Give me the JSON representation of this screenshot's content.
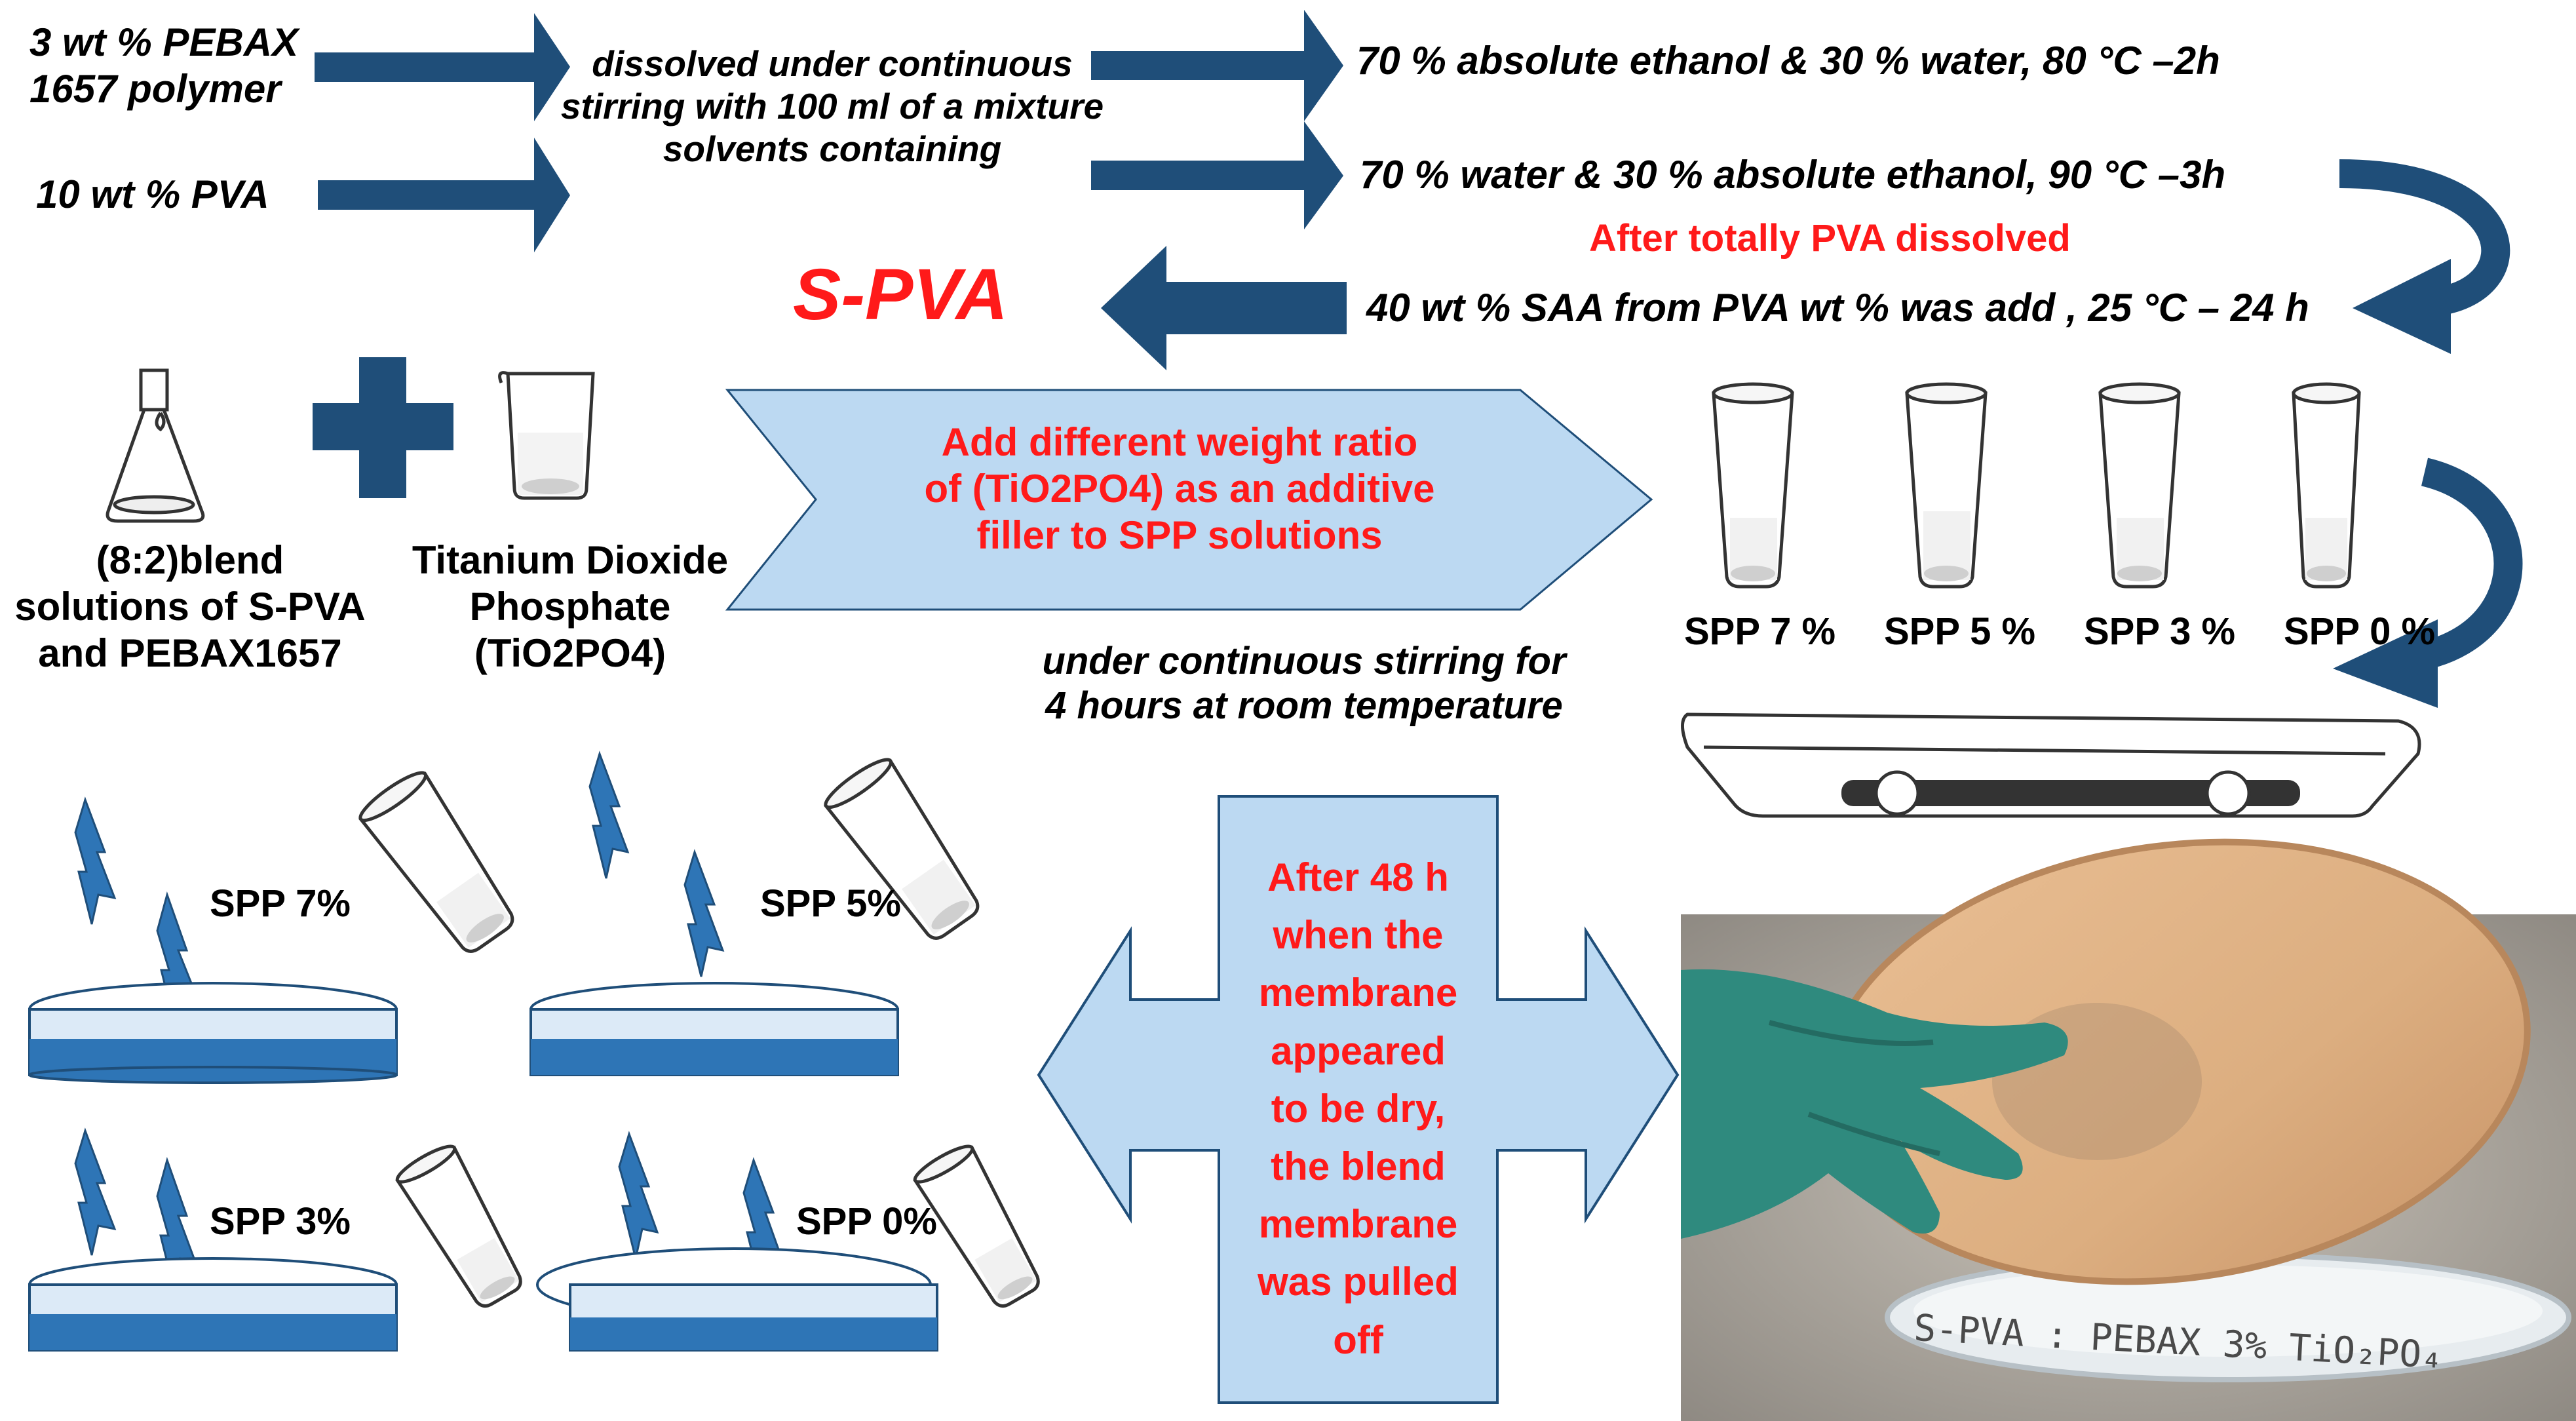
{
  "top_flow": {
    "pebax": "3 wt % PEBAX\n1657 polymer",
    "pva": "10 wt % PVA",
    "dissolve": "dissolved under continuous\nstirring with 100 ml of a mixture\nsolvents containing",
    "solvent_1": "70 % absolute ethanol & 30 % water, 80 °C –2h",
    "solvent_2": "70 % water & 30 % absolute ethanol, 90 °C –3h",
    "note": "After totally PVA dissolved",
    "saa": "40 wt % SAA from PVA wt % was add , 25 °C – 24 h",
    "product": "S-PVA"
  },
  "middle": {
    "blend": "(8:2)blend\nsolutions of S-PVA\nand PEBAX1657",
    "filler": "Titanium Dioxide\nPhosphate\n(TiO2PO4)",
    "arrow_text": "Add different weight ratio\nof (TiO2PO4) as an additive\nfiller to SPP solutions",
    "stirring": "under continuous stirring for\n4 hours at room temperature",
    "vials": [
      "SPP 7 %",
      "SPP 5 %",
      "SPP 3 %",
      "SPP 0 %"
    ]
  },
  "bottom": {
    "casts": [
      "SPP 7%",
      "SPP 5%",
      "SPP 3%",
      "SPP 0%"
    ],
    "peel_text": "After 48 h\nwhen the\nmembrane\nappeared\nto be dry,\nthe blend\nmembrane\nwas pulled\noff",
    "dish_label": "S-PVA : PEBAX  3% TiO₂PO₄"
  },
  "colors": {
    "arrow_blue": "#1f4e79",
    "light_blue": "#bcd9f2",
    "red_text": "#ff1a1a",
    "dish_blue": "#2e75b6",
    "glove_green": "#2f8a7e",
    "membrane": "#e8b98a"
  }
}
